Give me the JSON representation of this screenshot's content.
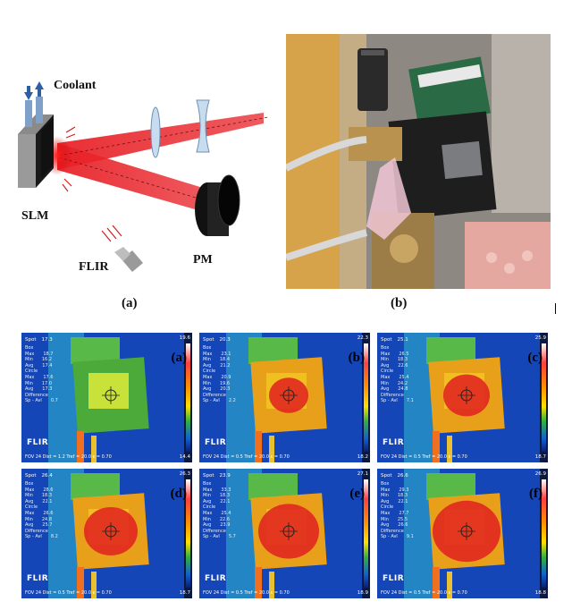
{
  "diagram": {
    "coolant_label": "Coolant",
    "slm_label": "SLM",
    "flir_label": "FLIR",
    "pm_label": "PM",
    "panel_a_label": "(a)",
    "panel_b_label": "(b)"
  },
  "thermal_panels": [
    {
      "id": "a",
      "label": "(a)",
      "spot": "17.3",
      "max_scale": "19.6",
      "min_scale": "14.4",
      "status": "FOV 24  Dist = 1.2  Tref = 20.0  ε = 0.70",
      "readouts": [
        [
          "Box",
          ""
        ],
        [
          "Max",
          "18.7"
        ],
        [
          "Min",
          "16.2"
        ],
        [
          "Avg",
          "17.4"
        ],
        [
          "Circle",
          ""
        ],
        [
          "Max",
          "17.6"
        ],
        [
          "Min",
          "17.0"
        ],
        [
          "Avg",
          "17.3"
        ],
        [
          "Difference",
          ""
        ],
        [
          "Sp - Avl",
          "0.7"
        ]
      ]
    },
    {
      "id": "b",
      "label": "(b)",
      "spot": "20.3",
      "max_scale": "22.3",
      "min_scale": "18.2",
      "status": "FOV 24  Dist = 0.5  Tref = 20.0  ε = 0.70",
      "readouts": [
        [
          "Box",
          ""
        ],
        [
          "Max",
          "23.1"
        ],
        [
          "Min",
          "18.4"
        ],
        [
          "Avg",
          "21.2"
        ],
        [
          "Circle",
          ""
        ],
        [
          "Max",
          "20.9"
        ],
        [
          "Min",
          "19.6"
        ],
        [
          "Avg",
          "20.3"
        ],
        [
          "Difference",
          ""
        ],
        [
          "Sp - Avl",
          "2.2"
        ]
      ]
    },
    {
      "id": "c",
      "label": "(c)",
      "spot": "25.1",
      "max_scale": "25.9",
      "min_scale": "18.7",
      "status": "FOV 24  Dist = 0.5  Tref = 20.0  ε = 0.70",
      "readouts": [
        [
          "Box",
          ""
        ],
        [
          "Max",
          "26.5"
        ],
        [
          "Min",
          "18.3"
        ],
        [
          "Avg",
          "22.6"
        ],
        [
          "Circle",
          ""
        ],
        [
          "Max",
          "25.4"
        ],
        [
          "Min",
          "24.2"
        ],
        [
          "Avg",
          "24.8"
        ],
        [
          "Difference",
          ""
        ],
        [
          "Sp - Avl",
          "7.1"
        ]
      ]
    },
    {
      "id": "d",
      "label": "(d)",
      "spot": "26.4",
      "max_scale": "26.3",
      "min_scale": "18.7",
      "status": "FOV 24  Dist = 0.5  Tref = 20.0  ε = 0.70",
      "readouts": [
        [
          "Box",
          ""
        ],
        [
          "Max",
          "28.6"
        ],
        [
          "Min",
          "18.3"
        ],
        [
          "Avg",
          "22.1"
        ],
        [
          "Circle",
          ""
        ],
        [
          "Max",
          "26.6"
        ],
        [
          "Min",
          "24.8"
        ],
        [
          "Avg",
          "25.7"
        ],
        [
          "Difference",
          ""
        ],
        [
          "Sp - Avl",
          "8.2"
        ]
      ]
    },
    {
      "id": "e",
      "label": "(e)",
      "spot": "23.9",
      "max_scale": "27.1",
      "min_scale": "18.9",
      "status": "FOV 24  Dist = 0.5  Tref = 20.0  ε = 0.70",
      "readouts": [
        [
          "Box",
          ""
        ],
        [
          "Max",
          "33.3"
        ],
        [
          "Min",
          "18.3"
        ],
        [
          "Avg",
          "22.1"
        ],
        [
          "Circle",
          ""
        ],
        [
          "Max",
          "25.4"
        ],
        [
          "Min",
          "22.6"
        ],
        [
          "Avg",
          "23.9"
        ],
        [
          "Difference",
          ""
        ],
        [
          "Sp - Avl",
          "5.7"
        ]
      ]
    },
    {
      "id": "f",
      "label": "(f)",
      "spot": "26.6",
      "max_scale": "26.9",
      "min_scale": "18.8",
      "status": "FOV 24  Dist = 0.5  Tref = 20.0  ε = 0.70",
      "readouts": [
        [
          "Box",
          ""
        ],
        [
          "Max",
          "29.3"
        ],
        [
          "Min",
          "18.3"
        ],
        [
          "Avg",
          "22.1"
        ],
        [
          "Circle",
          ""
        ],
        [
          "Max",
          "27.7"
        ],
        [
          "Min",
          "25.5"
        ],
        [
          "Avg",
          "26.6"
        ],
        [
          "Difference",
          ""
        ],
        [
          "Sp - Avl",
          "9.1"
        ]
      ]
    }
  ],
  "flir_logo_text": "FLIR",
  "spot_label": "Spot",
  "colors": {
    "beam": "#e8242a",
    "panel_blue": "#0d2f9a",
    "hot": "#e01818"
  }
}
